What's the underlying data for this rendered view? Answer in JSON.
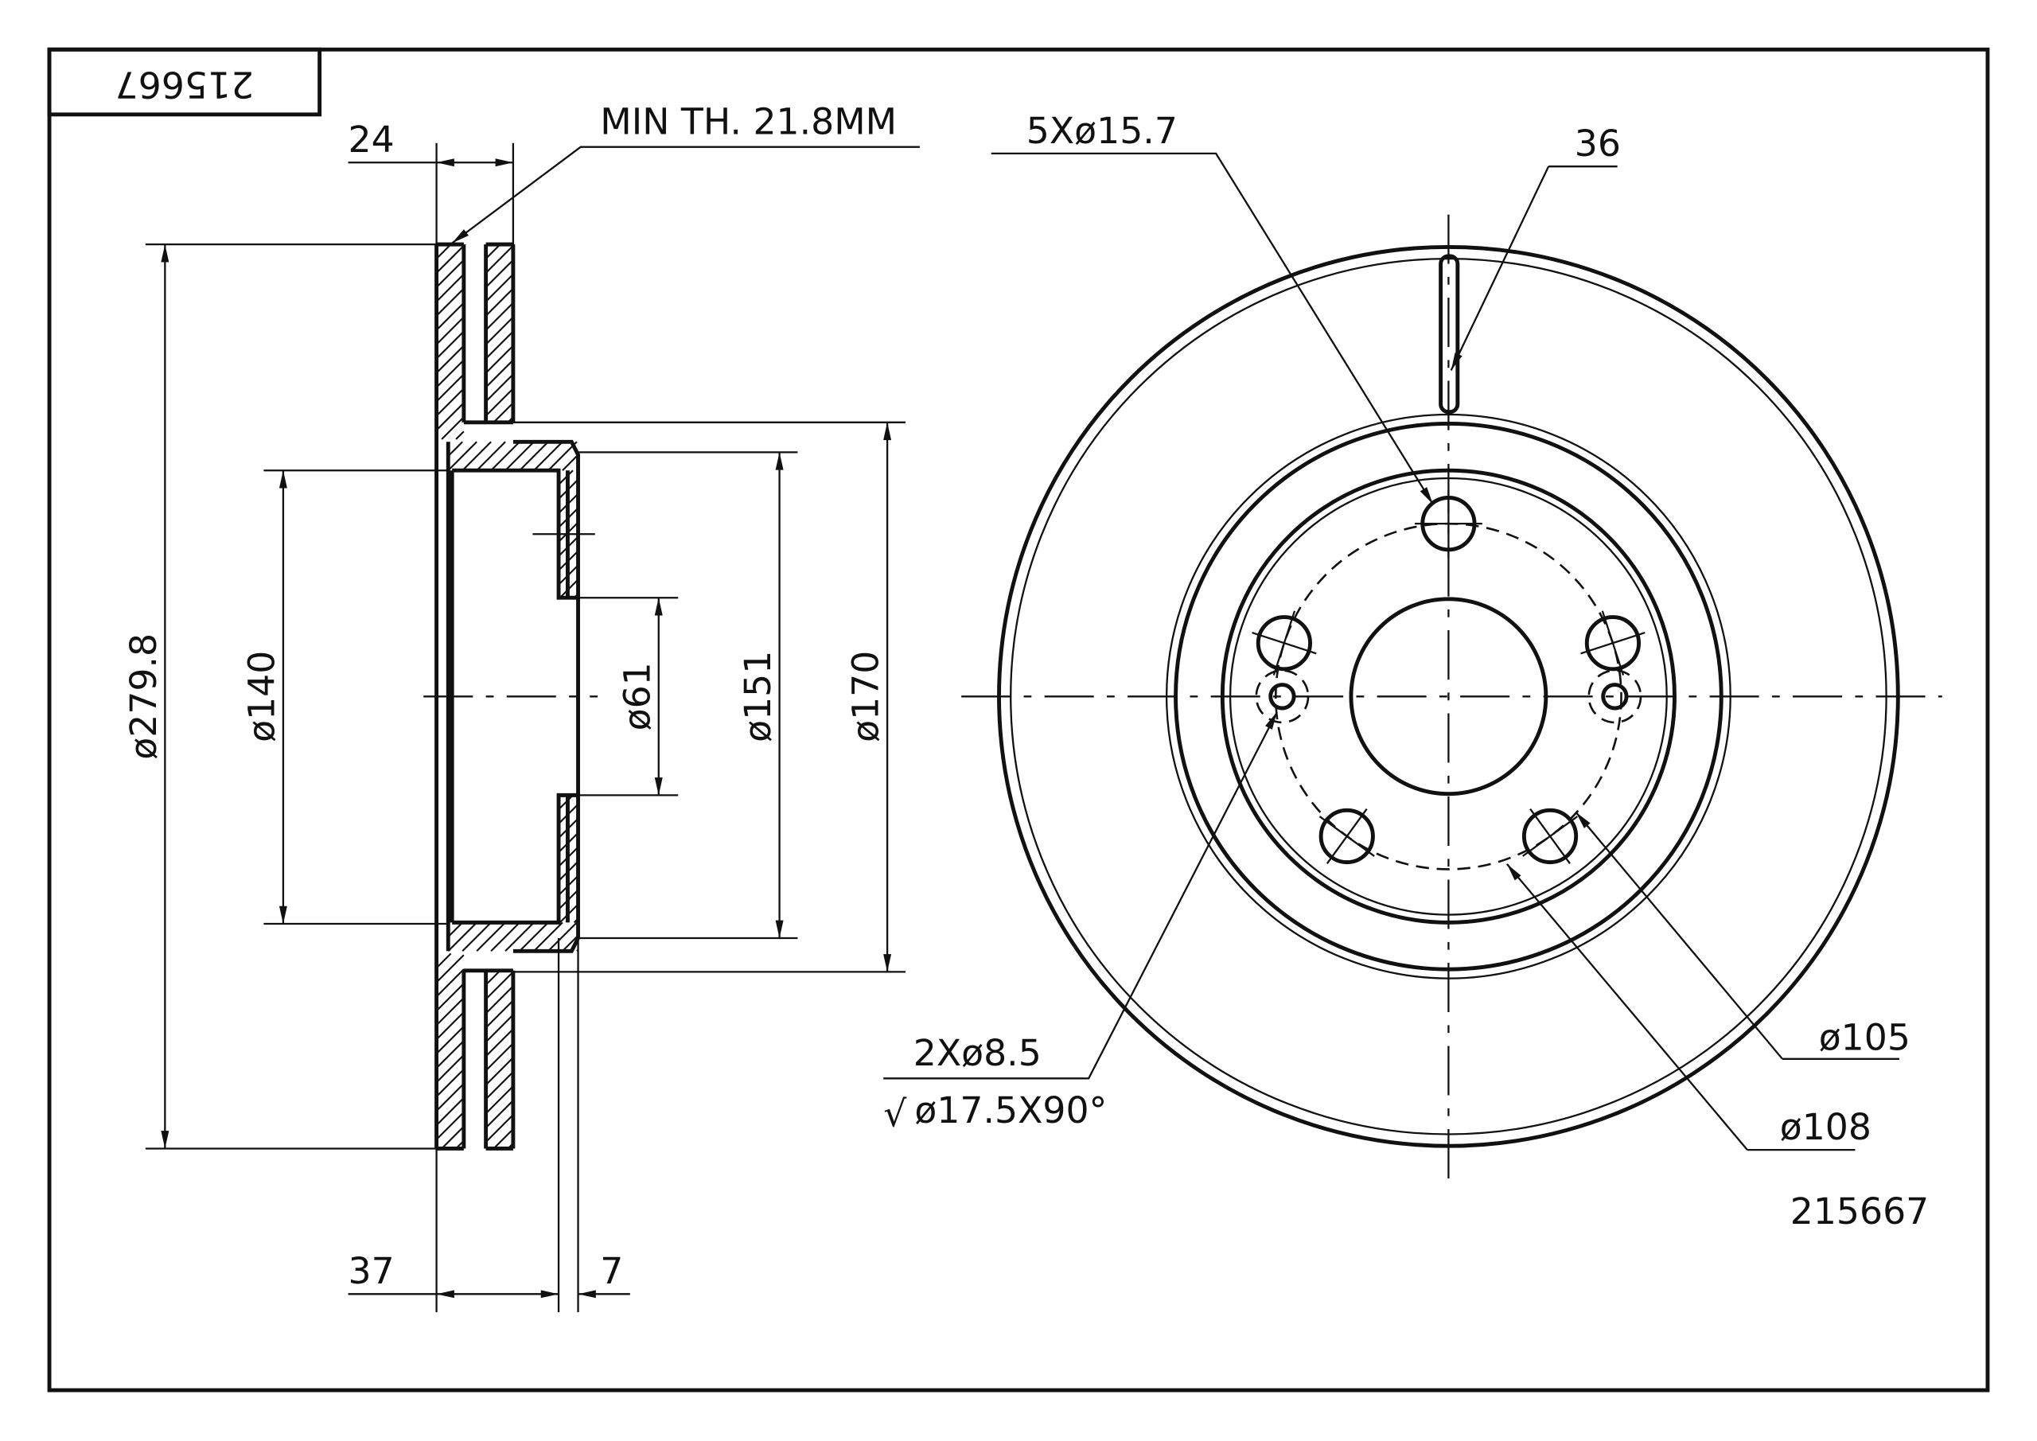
{
  "title_block": {
    "part_number_rotated": "215667"
  },
  "side_view": {
    "thickness": "24",
    "min_thickness": "MIN TH. 21.8MM",
    "outer_diameter": "ø279.8",
    "hat_inner_diameter": "ø140",
    "center_bore": "ø61",
    "hat_outer_diameter": "ø151",
    "friction_inner_diameter": "ø170",
    "overall_height": "37",
    "hat_thickness": "7"
  },
  "front_view": {
    "bolt_holes": "5Xø15.7",
    "slot": "36",
    "locating_holes": "2Xø8.5",
    "countersink": "ø17.5X90°",
    "countersink_symbol": "√",
    "pcd_1": "ø105",
    "pcd_2": "ø108",
    "part_number": "215667"
  }
}
